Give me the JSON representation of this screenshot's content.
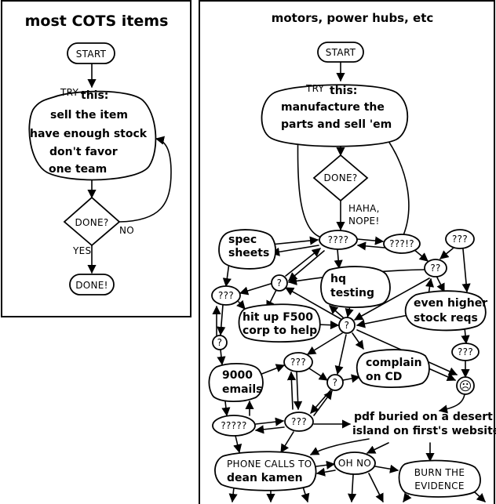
{
  "left_panel": {
    "title": "most COTS items",
    "start": "START",
    "try": "TRY",
    "this": "this:",
    "items": [
      "sell the item",
      "have enough stock",
      "don't favor",
      "one team"
    ],
    "done_q": "DONE?",
    "no": "NO",
    "yes": "YES",
    "done": "DONE!"
  },
  "right_panel": {
    "title": "motors, power hubs, etc",
    "start": "START",
    "try": "TRY",
    "this": "this:",
    "main_lines": [
      "manufacture the",
      "parts and sell 'em"
    ],
    "done_q": "DONE?",
    "haha": [
      "HAHA,",
      "NOPE!"
    ],
    "spec": [
      "spec",
      "sheets"
    ],
    "q4": "????",
    "q3x": "???!?",
    "q3_top": "???",
    "q2": "??",
    "q1_a": "?",
    "hq": [
      "hq",
      "testing"
    ],
    "higher": [
      "even higher",
      "stock reqs"
    ],
    "q3_left": "???",
    "hit": [
      "hit up F500",
      "corp to help"
    ],
    "q1_b": "?",
    "q1_c": "?",
    "q3_right": "???",
    "q3_mid": "???",
    "complain": [
      "complain",
      "on CD"
    ],
    "emails": [
      "9000",
      "emails"
    ],
    "q1_d": "?",
    "sad": "☹",
    "q5": "?????",
    "q3_low": "???",
    "pdf": [
      "pdf buried on a desert",
      "island on first's website"
    ],
    "phone": [
      "PHONE CALLS TO",
      "dean kamen"
    ],
    "ohno": "OH NO",
    "burn": [
      "BURN THE",
      "EVIDENCE"
    ]
  }
}
